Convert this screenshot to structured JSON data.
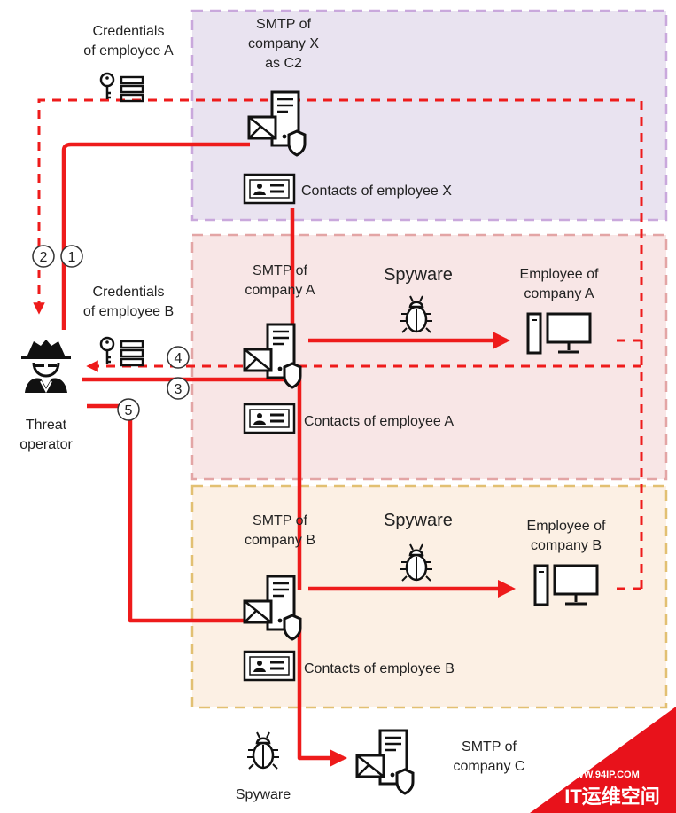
{
  "colors": {
    "flow": "#ee1b1b",
    "zone_x": "#e9e3f0",
    "zone_x_border": "#c9a8dc",
    "zone_a": "#f8e6e6",
    "zone_a_border": "#e3a5a5",
    "zone_b": "#fcf0e4",
    "zone_b_border": "#e2c072",
    "icon": "#111111"
  },
  "labels": {
    "credentials_a": [
      "Credentials",
      "of employee A"
    ],
    "credentials_b": [
      "Credentials",
      "of employee B"
    ],
    "smtp_x": [
      "SMTP of",
      "company X",
      "as C2"
    ],
    "contacts_x": "Contacts of employee X",
    "smtp_a": [
      "SMTP of",
      "company A"
    ],
    "spyware_a": "Spyware",
    "employee_a": [
      "Employee of",
      "company A"
    ],
    "contacts_a": "Contacts of employee A",
    "smtp_b": [
      "SMTP of",
      "company B"
    ],
    "spyware_b": "Spyware",
    "employee_b": [
      "Employee of",
      "company B"
    ],
    "contacts_b": "Contacts of employee B",
    "spyware_c": "Spyware",
    "smtp_c": [
      "SMTP of",
      "company C"
    ],
    "threat_operator": [
      "Threat",
      "operator"
    ]
  },
  "steps": [
    "1",
    "2",
    "3",
    "4",
    "5"
  ],
  "icons": {
    "key": "key-icon",
    "database": "database-icon",
    "mail_server": "mail-server-icon",
    "contact_card": "contact-card-icon",
    "bug": "bug-icon",
    "computer": "computer-icon",
    "hacker": "hacker-icon"
  },
  "watermark": {
    "url": "WWW.94IP.COM",
    "text": "IT运维空间"
  }
}
